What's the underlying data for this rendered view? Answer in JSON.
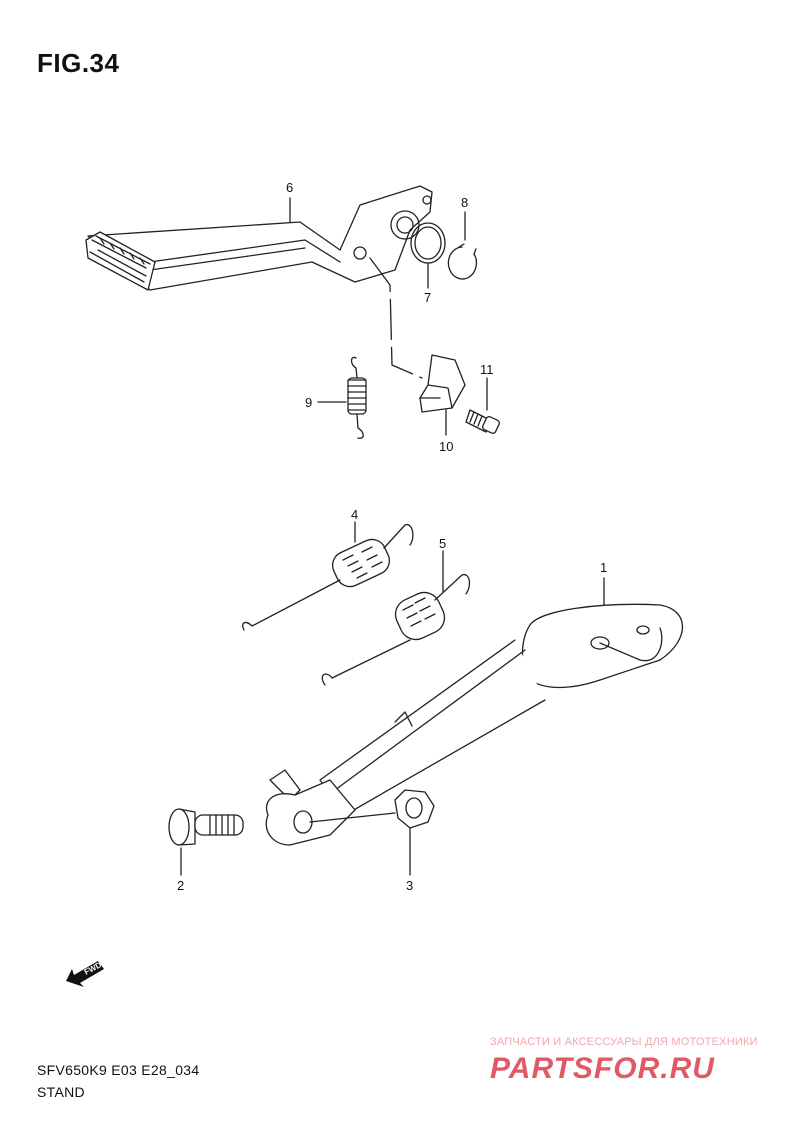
{
  "figure": {
    "title": "FIG.34"
  },
  "callouts": {
    "c1": "1",
    "c2": "2",
    "c3": "3",
    "c4": "4",
    "c5": "5",
    "c6": "6",
    "c7": "7",
    "c8": "8",
    "c9": "9",
    "c10": "10",
    "c11": "11"
  },
  "footer": {
    "model_code": "SFV650K9 E03 E28_034",
    "section_name": "STAND"
  },
  "watermark": {
    "caption": "ЗАПЧАСТИ И АКСЕССУАРЫ ДЛЯ МОТОТЕХНИКИ",
    "logo": "PARTSFOR.RU",
    "color": "#e05a66"
  },
  "icons": {
    "direction": "fwd-arrow-icon",
    "direction_label": "FWD"
  }
}
